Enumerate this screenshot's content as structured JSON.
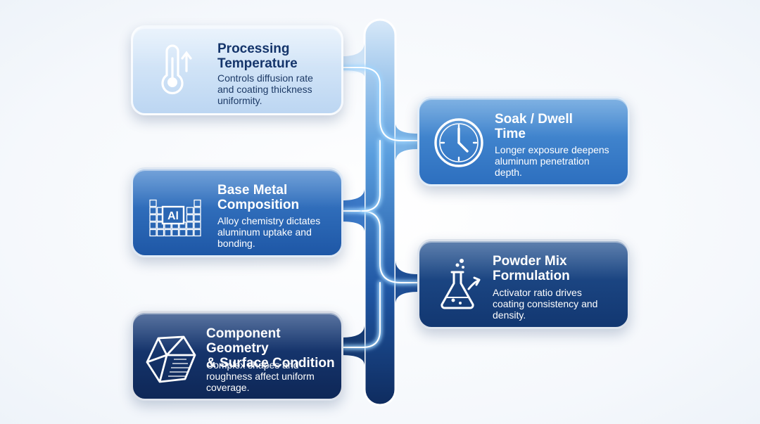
{
  "factors": [
    {
      "title_lines": [
        "Processing",
        "Temperature"
      ],
      "desc_lines": [
        "Controls diffusion rate",
        "and coating thickness",
        "uniformity."
      ],
      "icon": "thermometer-icon",
      "tone": "light"
    },
    {
      "title_lines": [
        "Soak / Dwell",
        "Time"
      ],
      "desc_lines": [
        "Longer exposure deepens",
        "aluminum penetration",
        "depth."
      ],
      "icon": "clock-icon",
      "tone": "mid"
    },
    {
      "title_lines": [
        "Base Metal",
        "Composition"
      ],
      "desc_lines": [
        "Alloy chemistry dictates",
        "aluminum uptake and",
        "bonding."
      ],
      "icon": "periodic-table-icon",
      "icon_text": "Al",
      "tone": "blue"
    },
    {
      "title_lines": [
        "Powder Mix",
        "Formulation"
      ],
      "desc_lines": [
        "Activator ratio drives",
        "coating consistency and",
        "density."
      ],
      "icon": "flask-icon",
      "tone": "navy"
    },
    {
      "title_lines": [
        "Component Geometry",
        "& Surface Condition"
      ],
      "desc_lines": [
        "Complex shapes and",
        "roughness affect uniform",
        "coverage."
      ],
      "icon": "polyhedron-icon",
      "tone": "dark"
    }
  ],
  "colors": {
    "spine_light": "#cfe3f7",
    "spine_dark": "#102e62",
    "glow": "#8fd0ff",
    "light_card": "#bcd6f2",
    "mid_card": "#3f85d0",
    "blue_card": "#2a68b6",
    "navy_card": "#183f7c",
    "dark_card": "#122f64"
  }
}
